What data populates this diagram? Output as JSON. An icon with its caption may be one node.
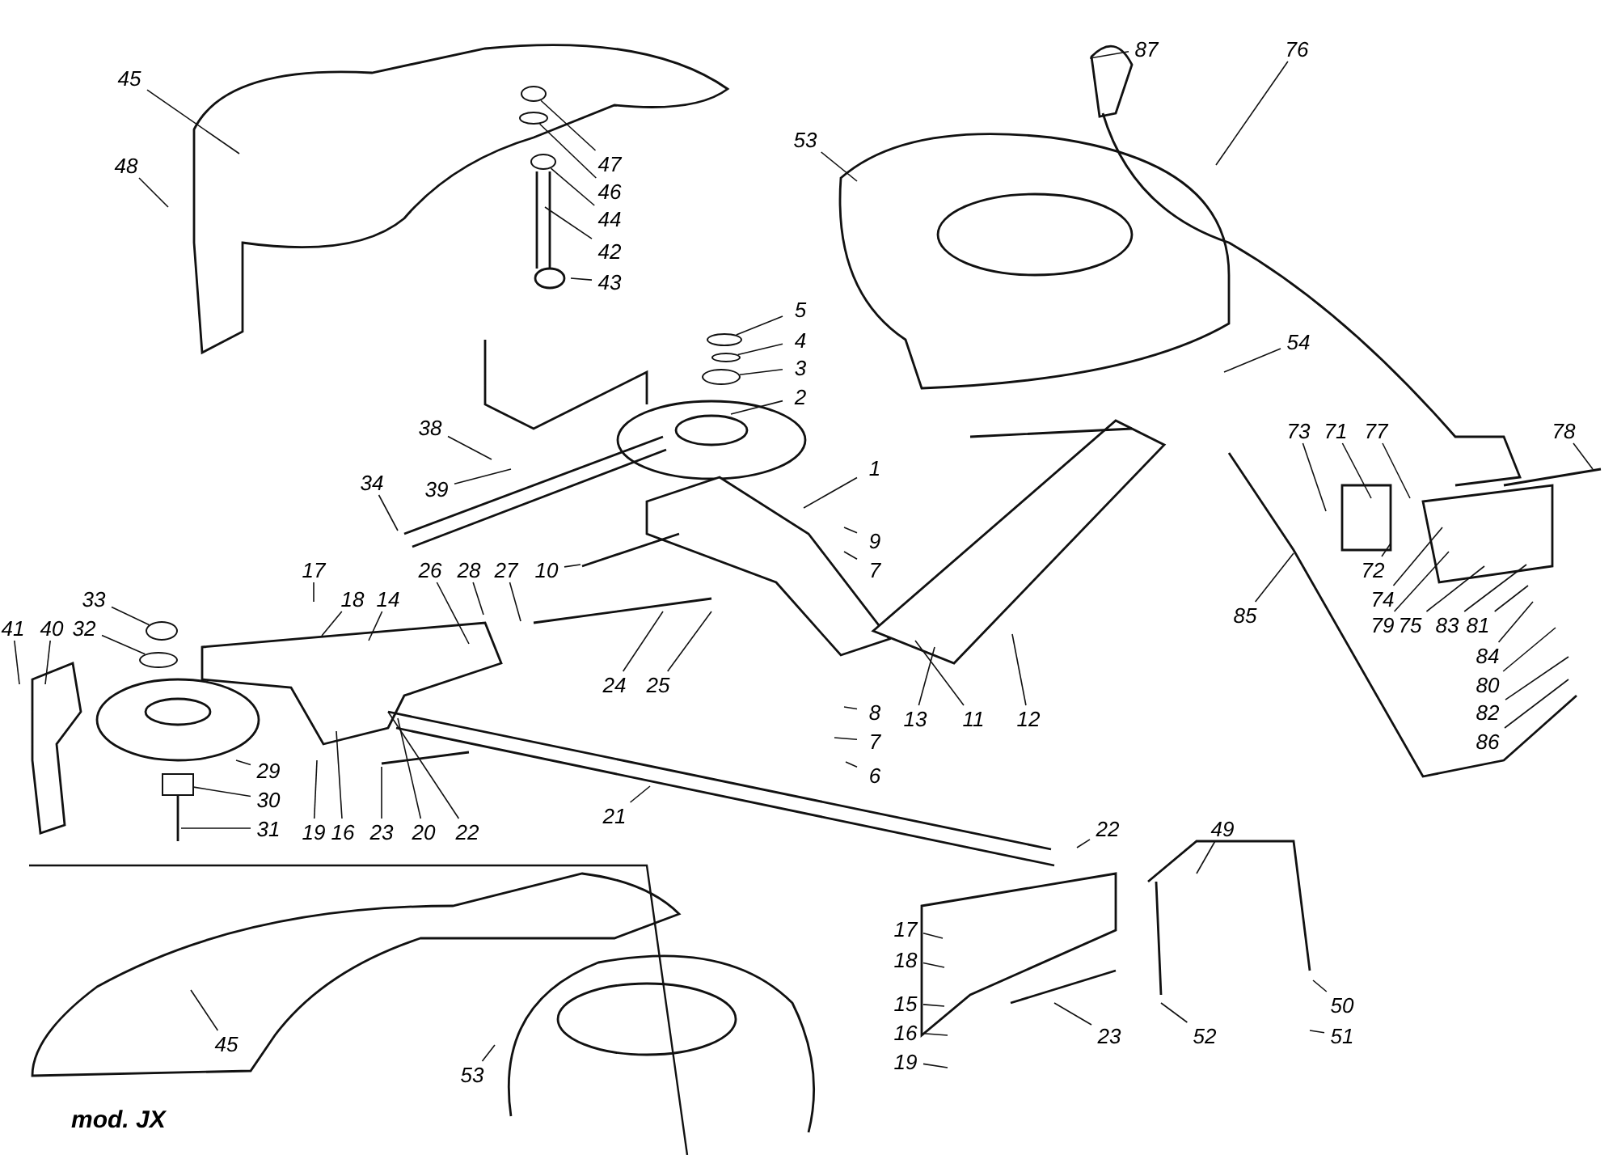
{
  "diagram": {
    "nodes": [
      {
        "text": [
          "45"
        ]
      },
      {
        "text": [
          "48"
        ]
      },
      {
        "text": [
          "47"
        ]
      },
      {
        "text": [
          "46"
        ]
      },
      {
        "text": [
          "44"
        ]
      },
      {
        "text": [
          "42"
        ]
      },
      {
        "text": [
          "43"
        ]
      },
      {
        "text": [
          "5"
        ]
      },
      {
        "text": [
          "4"
        ]
      },
      {
        "text": [
          "3"
        ]
      },
      {
        "text": [
          "2"
        ]
      },
      {
        "text": [
          "53"
        ]
      },
      {
        "text": [
          "87"
        ]
      },
      {
        "text": [
          "76"
        ]
      },
      {
        "text": [
          "54"
        ]
      },
      {
        "text": [
          "38"
        ]
      },
      {
        "text": [
          "39"
        ]
      },
      {
        "text": [
          "34"
        ]
      },
      {
        "text": [
          "73"
        ]
      },
      {
        "text": [
          "71"
        ]
      },
      {
        "text": [
          "77"
        ]
      },
      {
        "text": [
          "78"
        ]
      },
      {
        "text": [
          "1"
        ]
      },
      {
        "text": [
          "9"
        ]
      },
      {
        "text": [
          "7"
        ]
      },
      {
        "text": [
          "10"
        ]
      },
      {
        "text": [
          "72"
        ]
      },
      {
        "text": [
          "74"
        ]
      },
      {
        "text": [
          "79"
        ]
      },
      {
        "text": [
          "75"
        ]
      },
      {
        "text": [
          "83"
        ]
      },
      {
        "text": [
          "81"
        ]
      },
      {
        "text": [
          "85"
        ]
      },
      {
        "text": [
          "84"
        ]
      },
      {
        "text": [
          "80"
        ]
      },
      {
        "text": [
          "82"
        ]
      },
      {
        "text": [
          "86"
        ]
      },
      {
        "text": [
          "17"
        ]
      },
      {
        "text": [
          "18"
        ]
      },
      {
        "text": [
          "14"
        ]
      },
      {
        "text": [
          "26"
        ]
      },
      {
        "text": [
          "28"
        ]
      },
      {
        "text": [
          "27"
        ]
      },
      {
        "text": [
          "33"
        ]
      },
      {
        "text": [
          "32"
        ]
      },
      {
        "text": [
          "41"
        ]
      },
      {
        "text": [
          "40"
        ]
      },
      {
        "text": [
          "24"
        ]
      },
      {
        "text": [
          "25"
        ]
      },
      {
        "text": [
          "13"
        ]
      },
      {
        "text": [
          "11"
        ]
      },
      {
        "text": [
          "12"
        ]
      },
      {
        "text": [
          "8"
        ]
      },
      {
        "text": [
          "7"
        ]
      },
      {
        "text": [
          "6"
        ]
      },
      {
        "text": [
          "29"
        ]
      },
      {
        "text": [
          "30"
        ]
      },
      {
        "text": [
          "31"
        ]
      },
      {
        "text": [
          "19"
        ]
      },
      {
        "text": [
          "16"
        ]
      },
      {
        "text": [
          "23"
        ]
      },
      {
        "text": [
          "20"
        ]
      },
      {
        "text": [
          "22"
        ]
      },
      {
        "text": [
          "21"
        ]
      },
      {
        "text": [
          "22"
        ]
      },
      {
        "text": [
          "49"
        ]
      },
      {
        "text": [
          "17"
        ]
      },
      {
        "text": [
          "18"
        ]
      },
      {
        "text": [
          "15"
        ]
      },
      {
        "text": [
          "50"
        ]
      },
      {
        "text": [
          "52"
        ]
      },
      {
        "text": [
          "51"
        ]
      },
      {
        "text": [
          "16"
        ]
      },
      {
        "text": [
          "23"
        ]
      },
      {
        "text": [
          "19"
        ]
      },
      {
        "text": [
          "45"
        ]
      },
      {
        "text": [
          "53"
        ]
      },
      {
        "text": [],
        "shape": "circle"
      },
      {
        "text": [],
        "shape": "circle"
      },
      {
        "text": [],
        "shape": "circle"
      },
      {
        "text": [],
        "shape": "circle"
      },
      {
        "text": [],
        "shape": "circle"
      },
      {
        "text": [],
        "shape": "circle"
      },
      {
        "text": [],
        "shape": "box"
      },
      {
        "text": [],
        "shape": "circle"
      },
      {
        "text": [],
        "shape": "circle"
      }
    ],
    "edges": [
      {
        "from": 0,
        "to": null,
        "arrow": "none"
      },
      {
        "from": 1,
        "to": null,
        "arrow": "none"
      },
      {
        "from": 2,
        "to": 77,
        "arrow": "none"
      },
      {
        "from": 3,
        "to": 84,
        "arrow": "none"
      },
      {
        "from": 4,
        "to": 78,
        "arrow": "none"
      },
      {
        "from": 5,
        "to": null,
        "arrow": "none"
      },
      {
        "from": 6,
        "to": null,
        "arrow": "none"
      },
      {
        "from": 7,
        "to": 79,
        "arrow": "none"
      },
      {
        "from": 8,
        "to": 85,
        "arrow": "none"
      },
      {
        "from": 9,
        "to": 80,
        "arrow": "none"
      },
      {
        "from": 10,
        "to": null,
        "arrow": "none"
      },
      {
        "from": 11,
        "to": null,
        "arrow": "none"
      },
      {
        "from": 12,
        "to": null,
        "arrow": "none"
      },
      {
        "from": 13,
        "to": null,
        "arrow": "none"
      },
      {
        "from": 14,
        "to": null,
        "arrow": "none"
      },
      {
        "from": 15,
        "to": null,
        "arrow": "none"
      },
      {
        "from": 16,
        "to": null,
        "arrow": "none"
      },
      {
        "from": 17,
        "to": null,
        "arrow": "none"
      },
      {
        "from": 18,
        "to": null,
        "arrow": "none"
      },
      {
        "from": 19,
        "to": null,
        "arrow": "none"
      },
      {
        "from": 20,
        "to": null,
        "arrow": "none"
      },
      {
        "from": 21,
        "to": null,
        "arrow": "none"
      },
      {
        "from": 22,
        "to": null,
        "arrow": "none"
      },
      {
        "from": 23,
        "to": null,
        "arrow": "none"
      },
      {
        "from": 24,
        "to": null,
        "arrow": "none"
      },
      {
        "from": 25,
        "to": null,
        "arrow": "none"
      },
      {
        "from": 26,
        "to": null,
        "arrow": "none"
      },
      {
        "from": 27,
        "to": null,
        "arrow": "none"
      },
      {
        "from": 28,
        "to": null,
        "arrow": "none"
      },
      {
        "from": 29,
        "to": null,
        "arrow": "none"
      },
      {
        "from": 30,
        "to": null,
        "arrow": "none"
      },
      {
        "from": 31,
        "to": null,
        "arrow": "none"
      },
      {
        "from": 32,
        "to": null,
        "arrow": "none"
      },
      {
        "from": 33,
        "to": null,
        "arrow": "none"
      },
      {
        "from": 34,
        "to": null,
        "arrow": "none"
      },
      {
        "from": 35,
        "to": null,
        "arrow": "none"
      },
      {
        "from": 36,
        "to": null,
        "arrow": "none"
      },
      {
        "from": 37,
        "to": null,
        "arrow": "none"
      },
      {
        "from": 38,
        "to": null,
        "arrow": "none"
      },
      {
        "from": 39,
        "to": null,
        "arrow": "none"
      },
      {
        "from": 40,
        "to": null,
        "arrow": "none"
      },
      {
        "from": 41,
        "to": null,
        "arrow": "none"
      },
      {
        "from": 42,
        "to": null,
        "arrow": "none"
      },
      {
        "from": 43,
        "to": 81,
        "arrow": "none"
      },
      {
        "from": 44,
        "to": 82,
        "arrow": "none"
      },
      {
        "from": 45,
        "to": null,
        "arrow": "none"
      },
      {
        "from": 46,
        "to": null,
        "arrow": "none"
      },
      {
        "from": 47,
        "to": null,
        "arrow": "none"
      },
      {
        "from": 48,
        "to": null,
        "arrow": "none"
      },
      {
        "from": 49,
        "to": null,
        "arrow": "none"
      },
      {
        "from": 50,
        "to": null,
        "arrow": "none"
      },
      {
        "from": 51,
        "to": null,
        "arrow": "none"
      },
      {
        "from": 52,
        "to": null,
        "arrow": "none"
      },
      {
        "from": 53,
        "to": null,
        "arrow": "none"
      },
      {
        "from": 54,
        "to": null,
        "arrow": "none"
      },
      {
        "from": 55,
        "to": null,
        "arrow": "none"
      },
      {
        "from": 56,
        "to": 83,
        "arrow": "none"
      },
      {
        "from": 57,
        "to": null,
        "arrow": "none"
      },
      {
        "from": 58,
        "to": null,
        "arrow": "none"
      },
      {
        "from": 59,
        "to": null,
        "arrow": "none"
      },
      {
        "from": 60,
        "to": null,
        "arrow": "none"
      },
      {
        "from": 61,
        "to": null,
        "arrow": "none"
      },
      {
        "from": 62,
        "to": null,
        "arrow": "none"
      },
      {
        "from": 63,
        "to": null,
        "arrow": "none"
      },
      {
        "from": 64,
        "to": null,
        "arrow": "none"
      },
      {
        "from": 65,
        "to": null,
        "arrow": "none"
      },
      {
        "from": 66,
        "to": null,
        "arrow": "none"
      },
      {
        "from": 67,
        "to": null,
        "arrow": "none"
      },
      {
        "from": 68,
        "to": null,
        "arrow": "none"
      },
      {
        "from": 69,
        "to": null,
        "arrow": "none"
      },
      {
        "from": 70,
        "to": null,
        "arrow": "none"
      },
      {
        "from": 71,
        "to": null,
        "arrow": "none"
      },
      {
        "from": 72,
        "to": null,
        "arrow": "none"
      },
      {
        "from": 73,
        "to": null,
        "arrow": "none"
      },
      {
        "from": 74,
        "to": null,
        "arrow": "none"
      },
      {
        "from": 75,
        "to": null,
        "arrow": "none"
      },
      {
        "from": 76,
        "to": null,
        "arrow": "none"
      }
    ],
    "labels": [
      "mod. JX"
    ]
  }
}
